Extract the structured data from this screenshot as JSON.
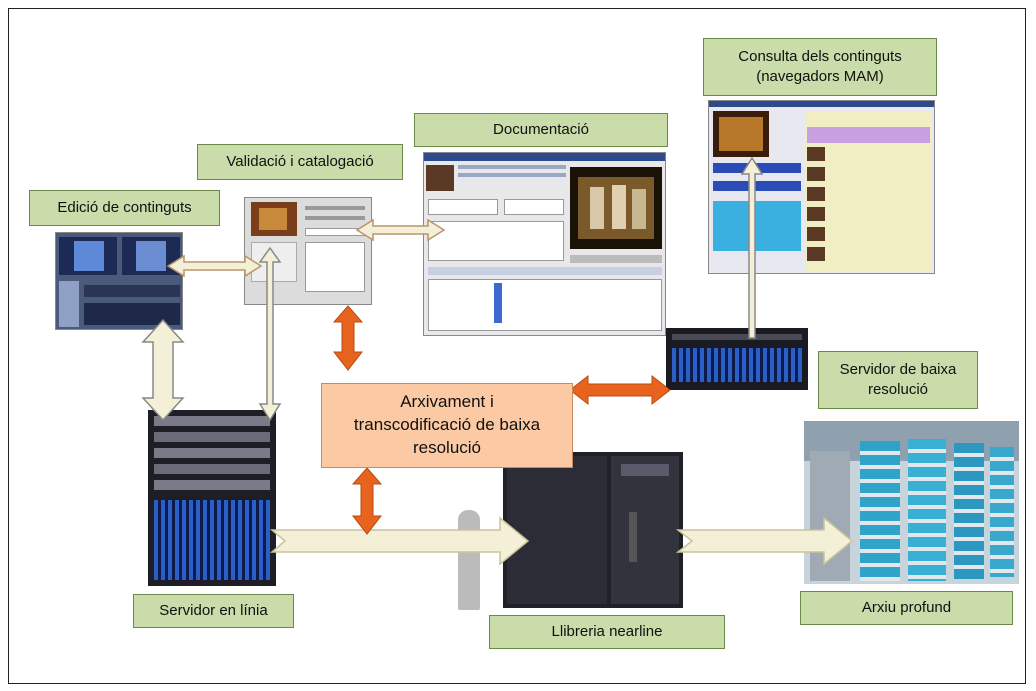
{
  "labels": {
    "edicio": "Edició de continguts",
    "validacio": "Validació i catalogació",
    "documentacio": "Documentació",
    "consulta": "Consulta dels continguts\n(navegadors MAM)",
    "servidor_baixa": "Servidor de baixa\nresolució",
    "arxivament": "Arxivament i\ntranscodificació de baixa\nresolució",
    "servidor_linia": "Servidor en línia",
    "llibreria": "Llibreria nearline",
    "arxiu": "Arxiu profund"
  },
  "colors": {
    "label_fill": "#c9dcaa",
    "label_border": "#6b8a4a",
    "central_fill": "#fbc9a3",
    "orange_arrow": "#e8641e",
    "pale_arrow": "#f4f0d8"
  },
  "images": {
    "edicio_screen": "video-editing-screenshot",
    "validacio_screen": "cataloguing-form-screenshot",
    "documentacio_screen": "documentation-app-screenshot",
    "consulta_screen": "mam-browser-screenshot",
    "server_low_res": "rack-server-image",
    "online_server": "server-rack-image",
    "nearline_library": "tape-library-image",
    "deep_archive": "archive-shelves-image"
  }
}
